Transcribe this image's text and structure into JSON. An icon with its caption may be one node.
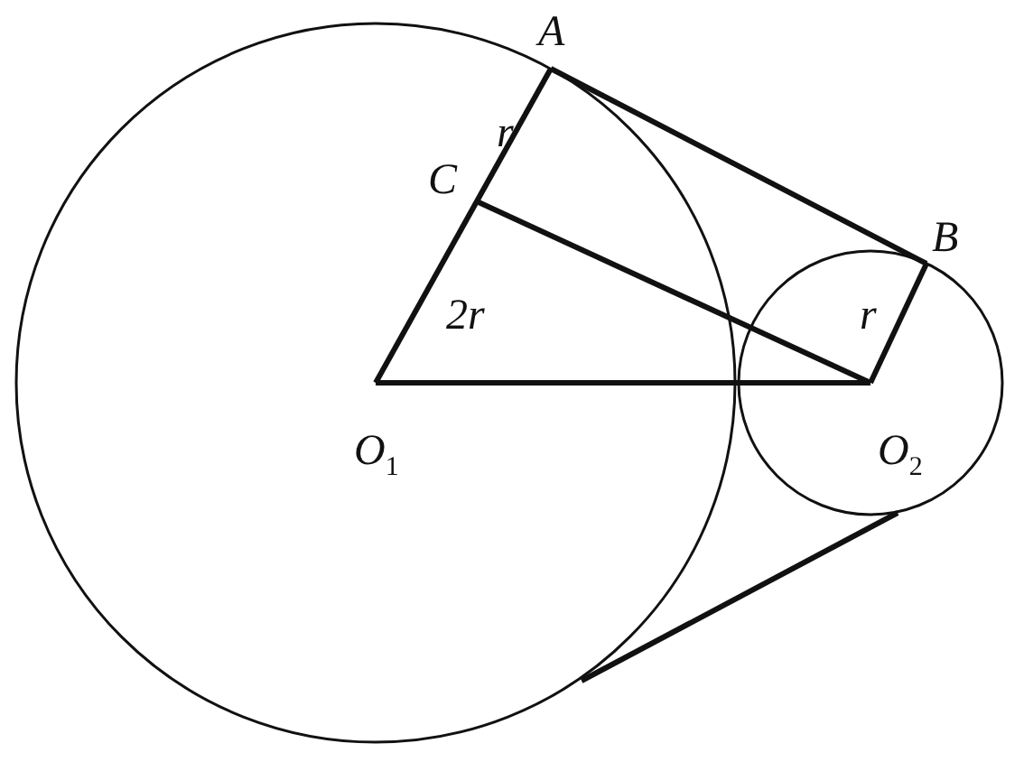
{
  "diagram": {
    "labels": [
      "A",
      "r",
      "C",
      "B",
      "2r",
      "r",
      "O$_{1}$",
      "O$_{2}$"
    ]
  }
}
